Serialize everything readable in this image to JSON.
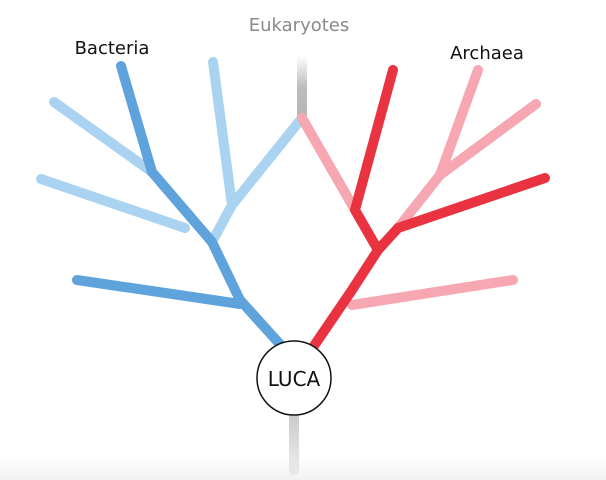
{
  "diagram": {
    "labels": {
      "eukaryotes": "Eukaryotes",
      "bacteria": "Bacteria",
      "archaea": "Archaea",
      "root": "LUCA"
    },
    "colors": {
      "bacteria_main": "#5fa3dd",
      "bacteria_light": "#a9d3f0",
      "archaea_main": "#ea3340",
      "archaea_light": "#f6a7b2",
      "eukaryote": "#bdbdbd",
      "label_grey": "#8a8a8a",
      "label_dark": "#111111"
    }
  }
}
